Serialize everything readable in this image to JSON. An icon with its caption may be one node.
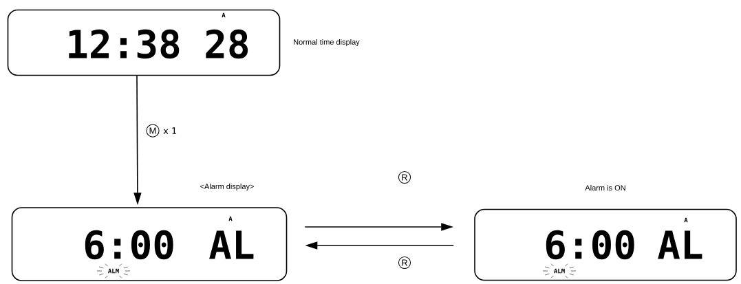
{
  "diagram": {
    "nodes": [
      {
        "text": [
          "A",
          "12:38",
          "28"
        ],
        "beside": [
          "Normal time display"
        ]
      },
      {
        "text": [
          "A",
          "6:00",
          "AL",
          "ALM"
        ],
        "beside": [
          "<Alarm display>"
        ]
      },
      {
        "text": [
          "A",
          "6:00",
          "AL",
          "ALM"
        ],
        "beside": [
          "Alarm is ON"
        ]
      }
    ],
    "edges": [
      {
        "from": 0,
        "to": 1,
        "arrow": "to",
        "label": "x 1"
      },
      {
        "from": 1,
        "to": 2,
        "arrow": "to"
      },
      {
        "from": 2,
        "to": 1,
        "arrow": "to"
      }
    ],
    "labels": [
      "M",
      "R",
      "R"
    ]
  }
}
